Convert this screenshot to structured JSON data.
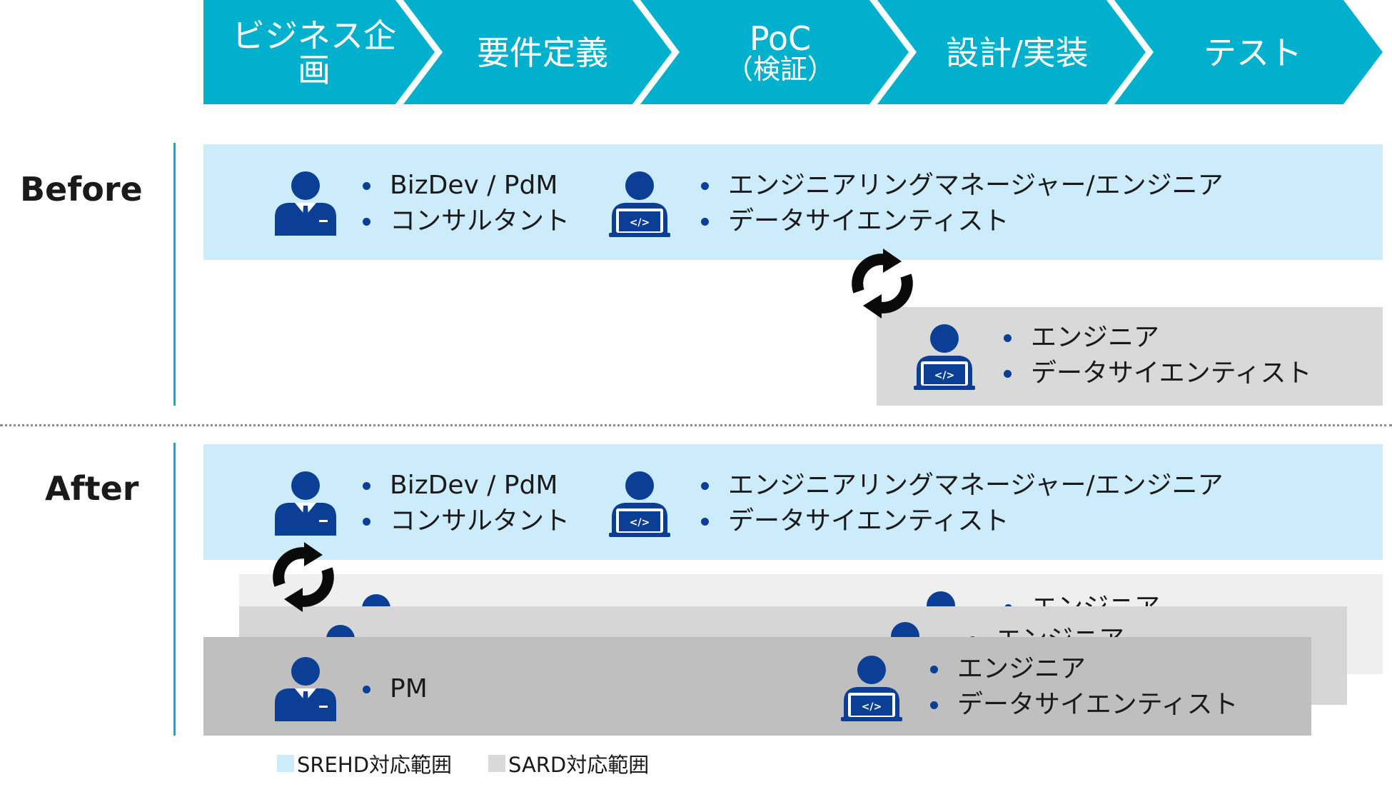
{
  "process": {
    "stages": [
      {
        "label": "ビジネス企画",
        "sub": ""
      },
      {
        "label": "要件定義",
        "sub": ""
      },
      {
        "label": "PoC",
        "sub": "（検証）"
      },
      {
        "label": "設計/実装",
        "sub": ""
      },
      {
        "label": "テスト",
        "sub": ""
      }
    ]
  },
  "before": {
    "label": "Before",
    "blue_band": {
      "group1": [
        "BizDev / PdM",
        "コンサルタント"
      ],
      "group2": [
        "エンジニアリングマネージャー/エンジニア",
        "データサイエンティスト"
      ]
    },
    "grey_band": {
      "group1": [
        "エンジニア",
        "データサイエンティスト"
      ]
    }
  },
  "after": {
    "label": "After",
    "blue_band": {
      "group1": [
        "BizDev / PdM",
        "コンサルタント"
      ],
      "group2": [
        "エンジニアリングマネージャー/エンジニア",
        "データサイエンティスト"
      ]
    },
    "stack_back": {
      "item": "エンジニア"
    },
    "stack_mid": {
      "item": "エンジニア"
    },
    "stack_front": {
      "group1": [
        "PM"
      ],
      "group2": [
        "エンジニア",
        "データサイエンティスト"
      ]
    }
  },
  "legend": [
    {
      "label": "SREHD対応範囲",
      "color": "#cdecfb"
    },
    {
      "label": "SARD対応範囲",
      "color": "#d9d9d9"
    }
  ],
  "colors": {
    "chevron": "#00b0cc",
    "icon": "#0b3f96",
    "divider": "#1aa8c8"
  },
  "icons": {
    "business_person": "business-person-icon",
    "engineer": "engineer-laptop-icon",
    "cycle": "cycle-arrows-icon"
  }
}
